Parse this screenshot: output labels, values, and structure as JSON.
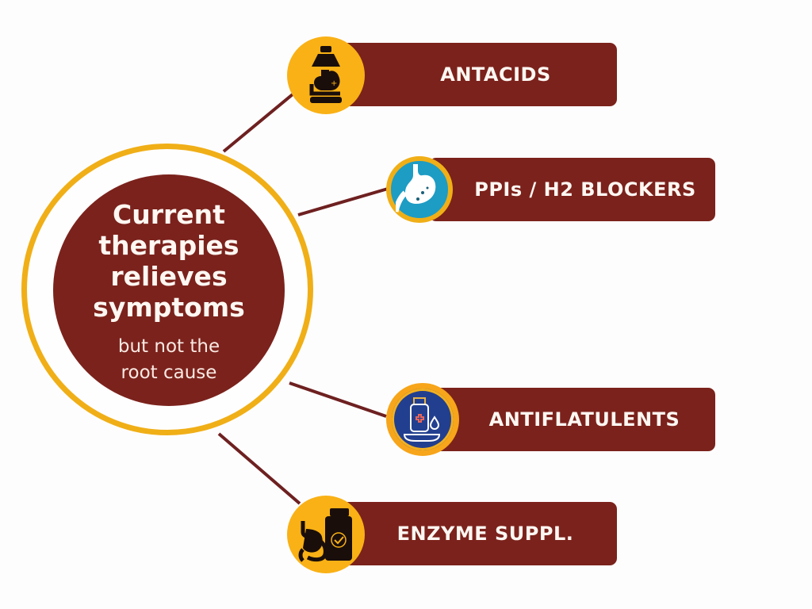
{
  "hub": {
    "title_lines": [
      "Current",
      "therapies",
      "relieves",
      "symptoms"
    ],
    "subtitle_lines": [
      "but not the",
      "root cause"
    ]
  },
  "therapies": [
    {
      "label": "ANTACIDS",
      "icon": "medicine-bottle-stomach-icon",
      "badge_color": "#f9b115"
    },
    {
      "label": "PPIs / H2 BLOCKERS",
      "icon": "stomach-icon",
      "badge_color": "#1d9cc4"
    },
    {
      "label": "ANTIFLATULENTS",
      "icon": "syrup-bottle-spoon-icon",
      "badge_color": "#223f8f"
    },
    {
      "label": "ENZYME SUPPL.",
      "icon": "stomach-supplement-jar-icon",
      "badge_color": "#f9b115"
    }
  ],
  "colors": {
    "accent": "#7b221c",
    "ring": "#f0af17",
    "text": "#fff7f2"
  }
}
